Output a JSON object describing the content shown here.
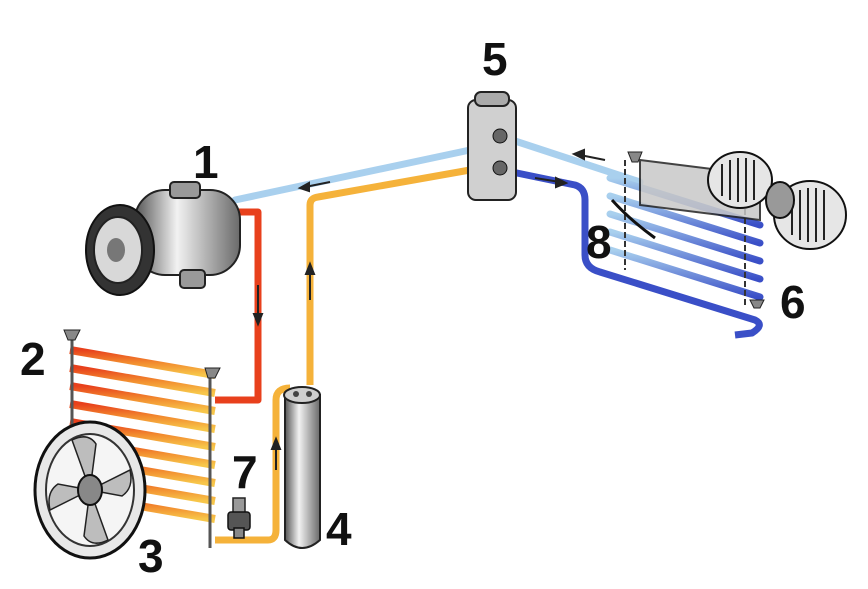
{
  "labels": {
    "compressor": "1",
    "condenser": "2",
    "condenser_fan": "3",
    "receiver_drier": "4",
    "expansion_valve": "5",
    "evaporator": "6",
    "pressure_switch": "7",
    "blower_motor": "8"
  },
  "colors": {
    "hot_gas": "#e8401c",
    "warm_liquid": "#f5b23a",
    "cool_gas": "#a9d0ee",
    "cold_liquid": "#3a4fc7",
    "metal": "#9a9a9a"
  }
}
